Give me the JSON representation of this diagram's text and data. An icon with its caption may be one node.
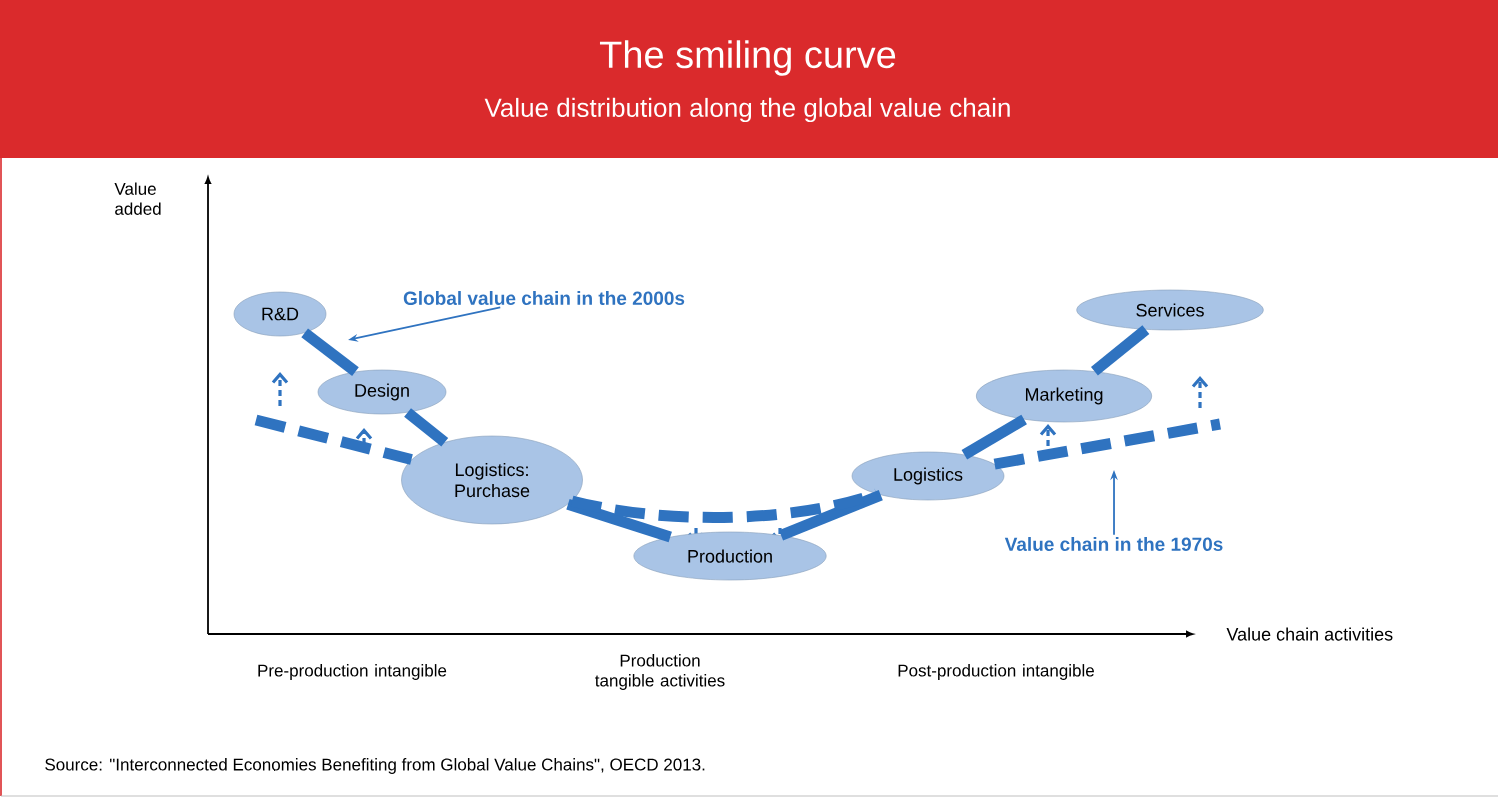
{
  "diagram": {
    "title": "The smiling curve",
    "caption": "Source: \"Interconnected Economies Benefiting from Global Value Chains\", OECD 2013.",
    "nodes": [
      {
        "text": [
          "R&D"
        ]
      },
      {
        "text": [
          "Design"
        ]
      },
      {
        "text": [
          "Logistics: Purchase"
        ]
      },
      {
        "text": [
          "Production"
        ]
      },
      {
        "text": [
          "Logistics"
        ]
      },
      {
        "text": [
          "Marketing"
        ]
      },
      {
        "text": [
          "Services"
        ]
      },
      {
        "text": [
          "Global value chain in the 2000s"
        ]
      },
      {
        "text": [
          "Value chain in the 1970s"
        ]
      }
    ],
    "edges": [
      {
        "from": 0,
        "to": 1,
        "arrow": "none"
      },
      {
        "from": 1,
        "to": 2,
        "arrow": "none"
      },
      {
        "from": 2,
        "to": 3,
        "arrow": "none"
      },
      {
        "from": 3,
        "to": 4,
        "arrow": "none"
      },
      {
        "from": 4,
        "to": 5,
        "arrow": "none"
      },
      {
        "from": 5,
        "to": 6,
        "arrow": "none"
      },
      {
        "from": null,
        "to": 2,
        "arrow": "none",
        "style": "dashed"
      },
      {
        "from": 2,
        "to": 4,
        "arrow": "none",
        "style": "dashed"
      },
      {
        "from": 4,
        "to": null,
        "arrow": "none",
        "style": "dashed"
      },
      {
        "from": 7,
        "to": null,
        "arrow": "to"
      },
      {
        "from": 8,
        "to": null,
        "arrow": "to"
      }
    ],
    "labels": [
      "Value distribution along the global value chain",
      "Value added",
      "Value chain activities",
      "Pre-production intangible",
      "Production tangible activities",
      "Post-production intangible"
    ]
  }
}
